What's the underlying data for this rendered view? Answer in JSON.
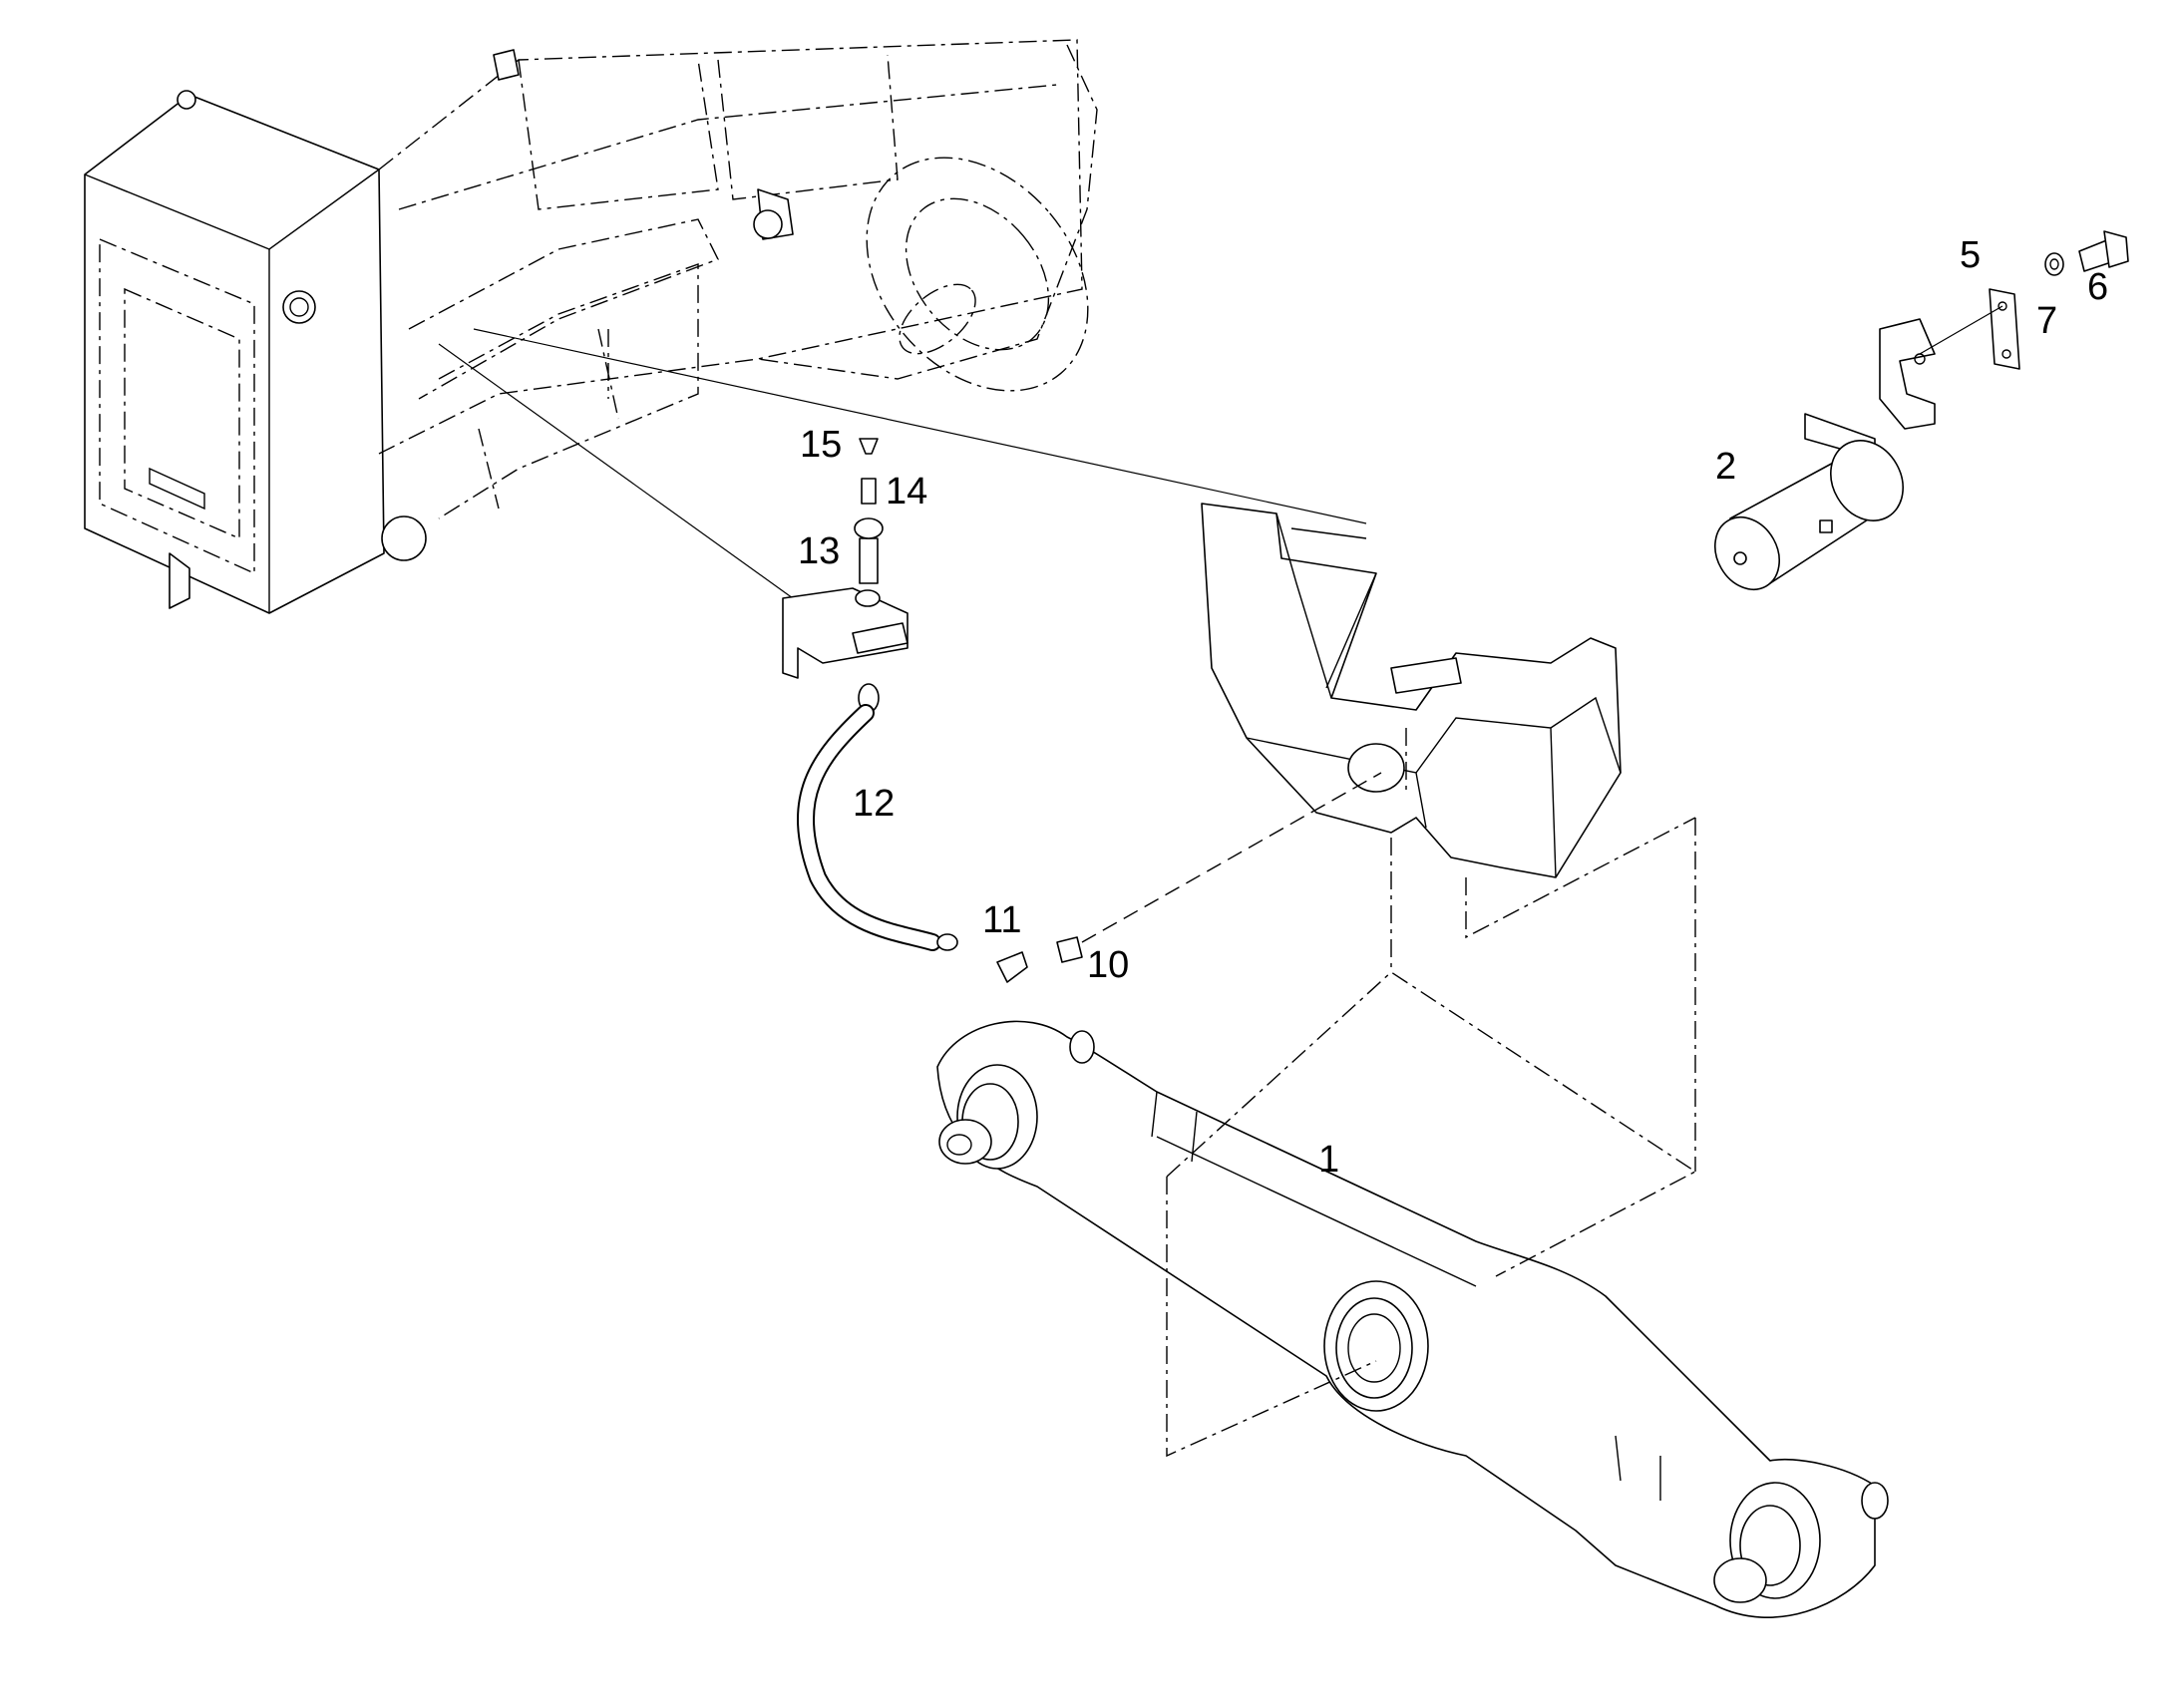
{
  "callouts": [
    {
      "id": "c1",
      "text": "1"
    },
    {
      "id": "c2",
      "text": "2"
    },
    {
      "id": "c5",
      "text": "5"
    },
    {
      "id": "c6",
      "text": "6"
    },
    {
      "id": "c7",
      "text": "7"
    },
    {
      "id": "c10",
      "text": "10"
    },
    {
      "id": "c11",
      "text": "11"
    },
    {
      "id": "c12",
      "text": "12"
    },
    {
      "id": "c13",
      "text": "13"
    },
    {
      "id": "c14",
      "text": "14"
    },
    {
      "id": "c15",
      "text": "15"
    }
  ]
}
